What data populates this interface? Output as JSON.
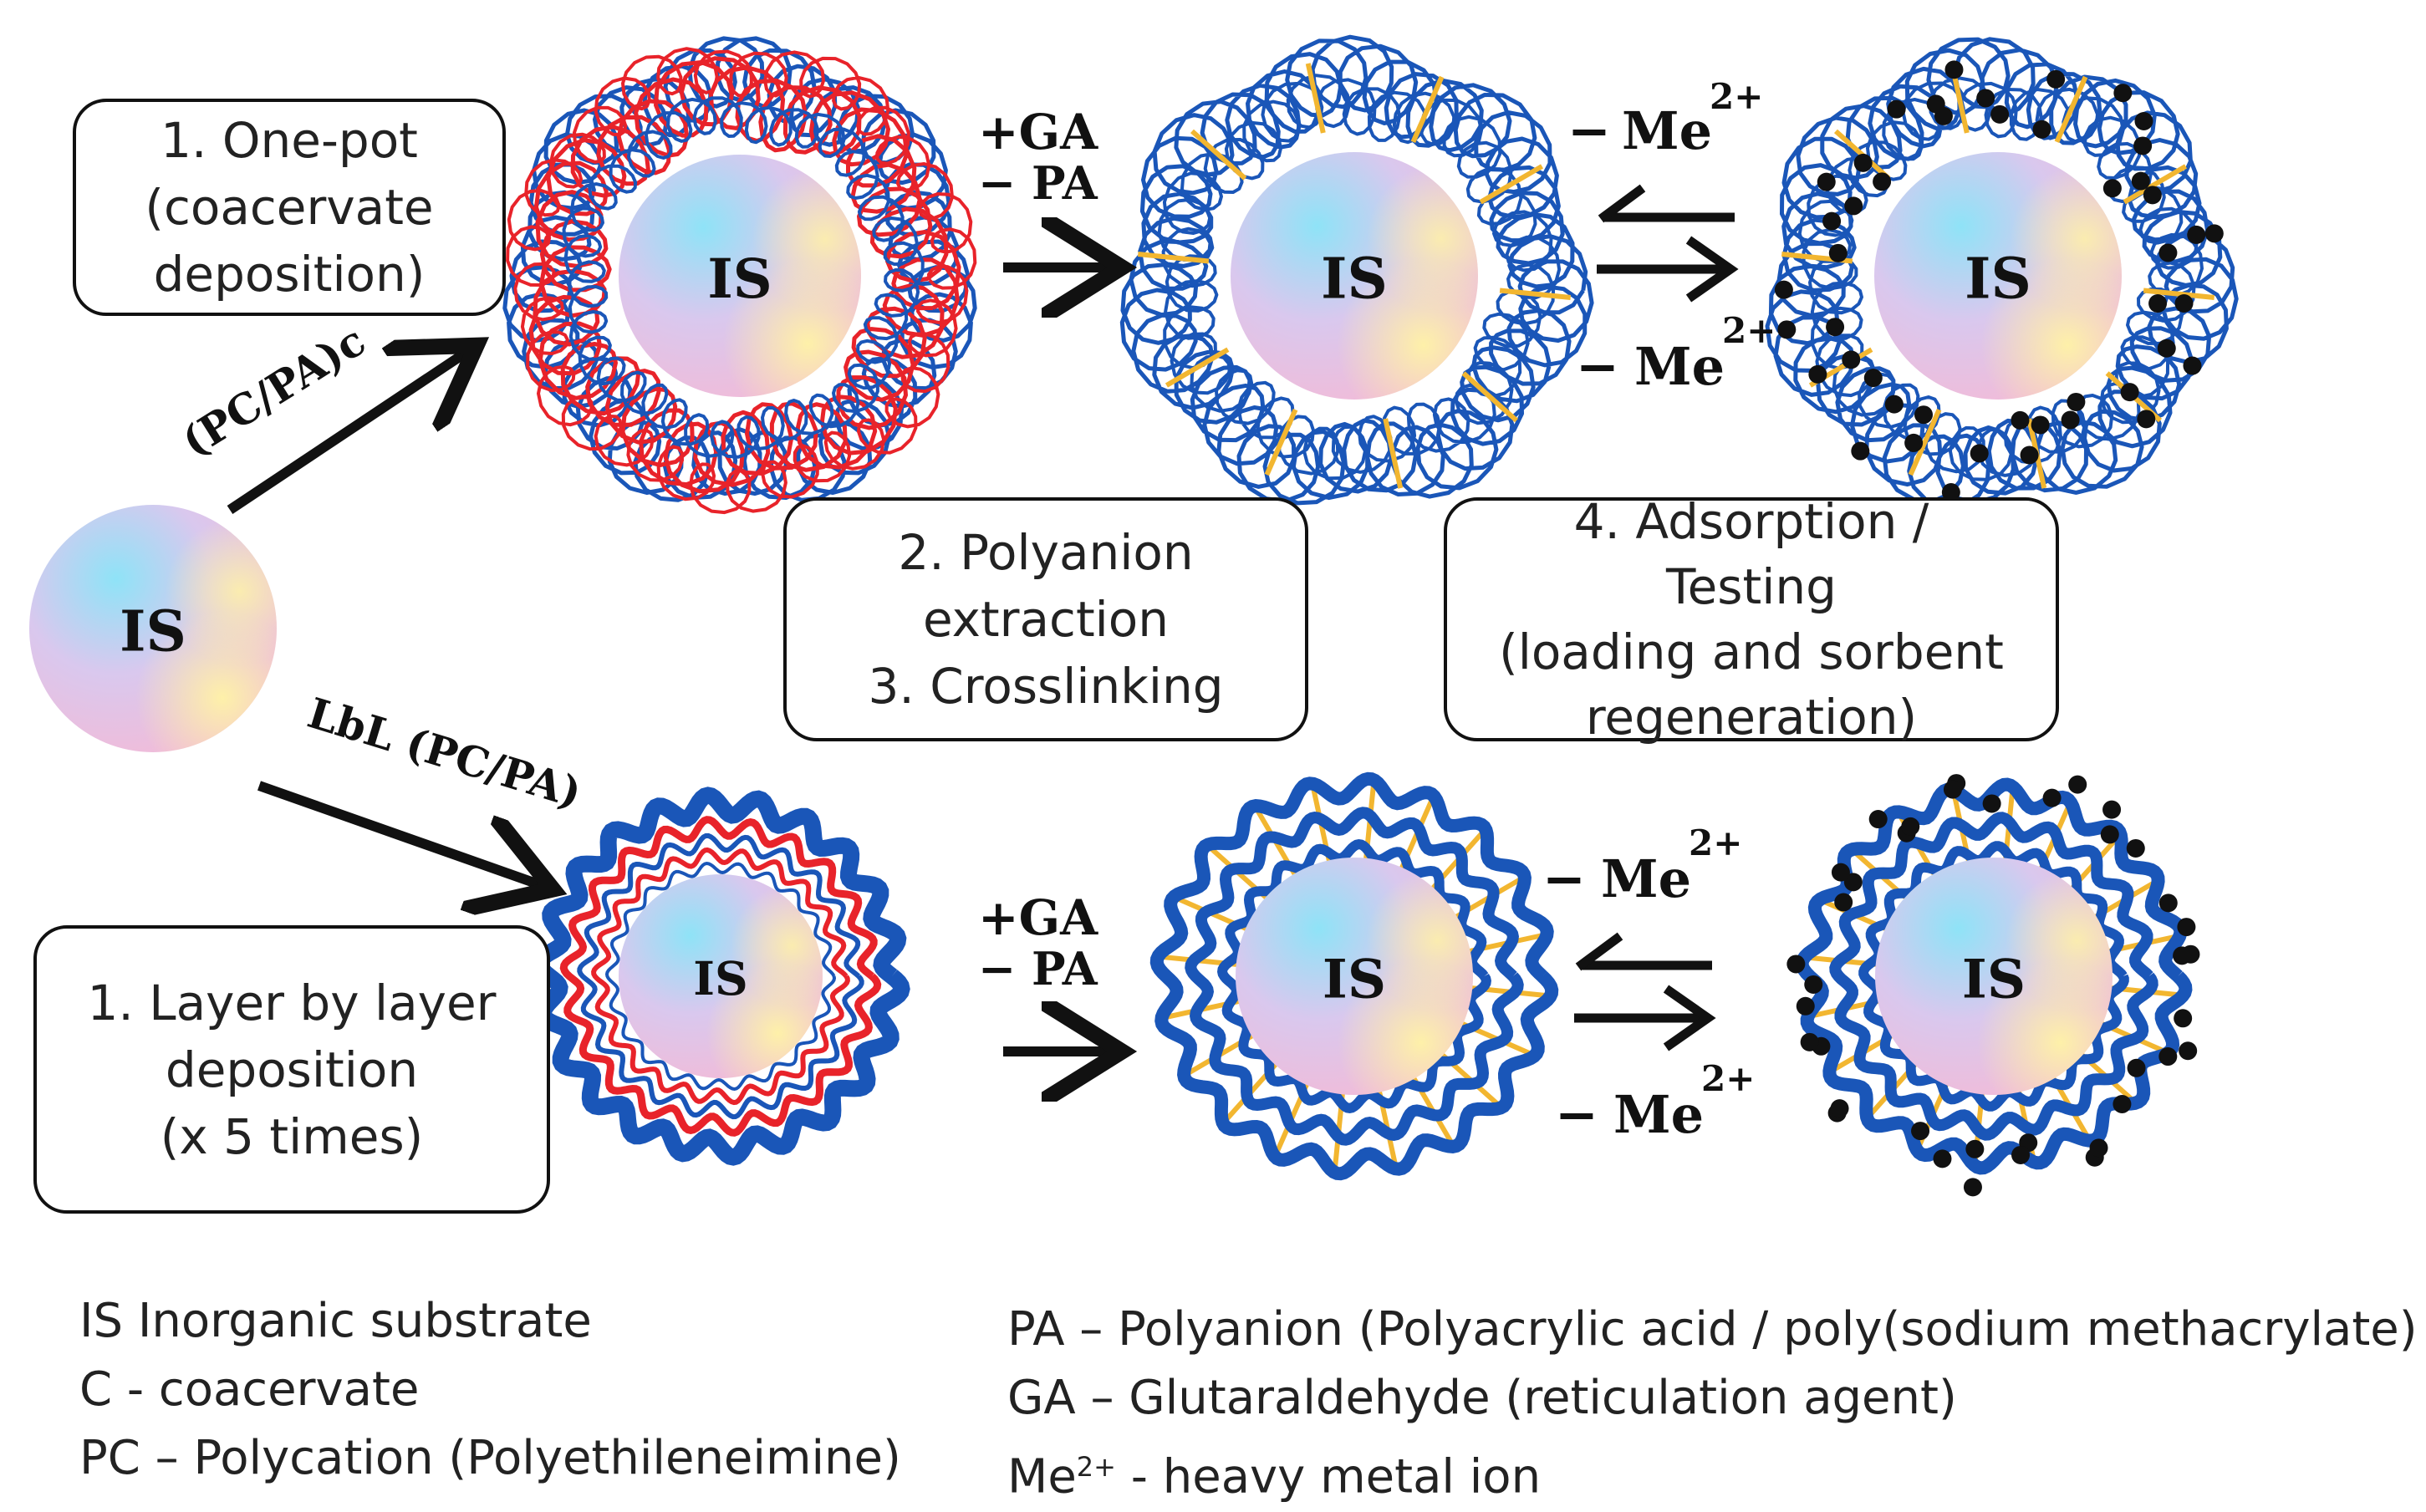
{
  "diagram": {
    "substrate_label": "IS",
    "route_top_label": "(PC/PA)c",
    "route_bottom_label": "LbL (PC/PA)",
    "step_reagents": {
      "add": "+GA",
      "remove": "− PA"
    },
    "metal_reagent": {
      "sign": "−",
      "text": "Me",
      "charge": "2+"
    },
    "box_one_pot": [
      "1. One-pot",
      "(coacervate",
      "deposition)"
    ],
    "box_lbl": [
      "1. Layer by layer",
      "deposition",
      "(x 5 times)"
    ],
    "box_extraction": [
      "2. Polyanion",
      "extraction",
      "3. Crosslinking"
    ],
    "box_adsorption": [
      "4. Adsorption /",
      "Testing",
      "(loading and sorbent",
      "regeneration)"
    ],
    "colors": {
      "polycation": "#e8232a",
      "polyanion": "#1a56b8",
      "crosslink": "#f2b630",
      "metal_ion": "#111111"
    }
  },
  "legend": {
    "left": [
      "IS Inorganic substrate",
      "C - coacervate",
      "PC – Polycation (Polyethileneimine)"
    ],
    "right": [
      "PA – Polyanion (Polyacrylic acid  / poly(sodium methacrylate)",
      "GA – Glutaraldehyde (reticulation agent)"
    ],
    "metal_prefix": "Me",
    "metal_charge": "2+",
    "metal_suffix": " - heavy metal ion"
  }
}
